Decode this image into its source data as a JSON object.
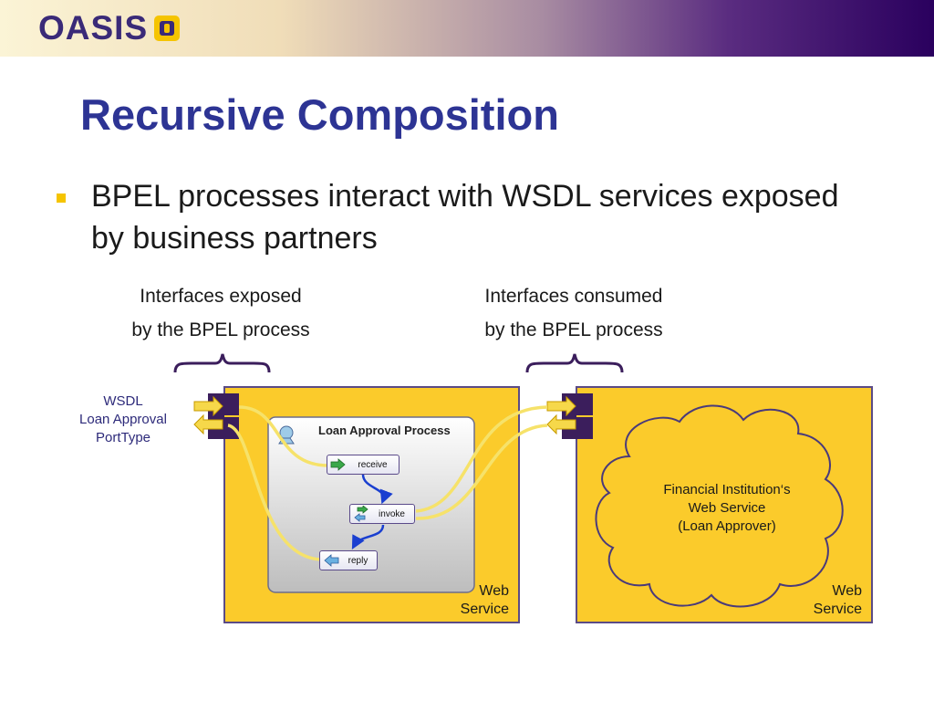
{
  "header": {
    "logo_text": "OASIS",
    "brand_colors": {
      "purple": "#3a2a78",
      "yellow": "#f5c400"
    }
  },
  "slide": {
    "title": "Recursive Composition",
    "bullet": "BPEL processes interact with WSDL services exposed by business partners"
  },
  "diagram": {
    "caption_exposed_line1": "Interfaces exposed",
    "caption_exposed_line2": "by the BPEL process",
    "caption_consumed_line1": "Interfaces consumed",
    "caption_consumed_line2": "by the BPEL process",
    "porttype_line1": "WSDL",
    "porttype_line2": "Loan Approval",
    "porttype_line3": "PortType",
    "process_title": "Loan Approval Process",
    "activity_receive": "receive",
    "activity_invoke": "invoke",
    "activity_reply": "reply",
    "left_service_line1": "Web",
    "left_service_line2": "Service",
    "right_service_line1": "Web",
    "right_service_line2": "Service",
    "partner_line1": "Financial Institution‘s",
    "partner_line2": "Web Service",
    "partner_line3": "(Loan Approver)",
    "colors": {
      "service_fill": "#fbcb2b",
      "service_border": "#5b4b86",
      "port": "#3b1e5c",
      "arrow": "#f6d84a",
      "flow_link": "#1a3fd0"
    }
  }
}
